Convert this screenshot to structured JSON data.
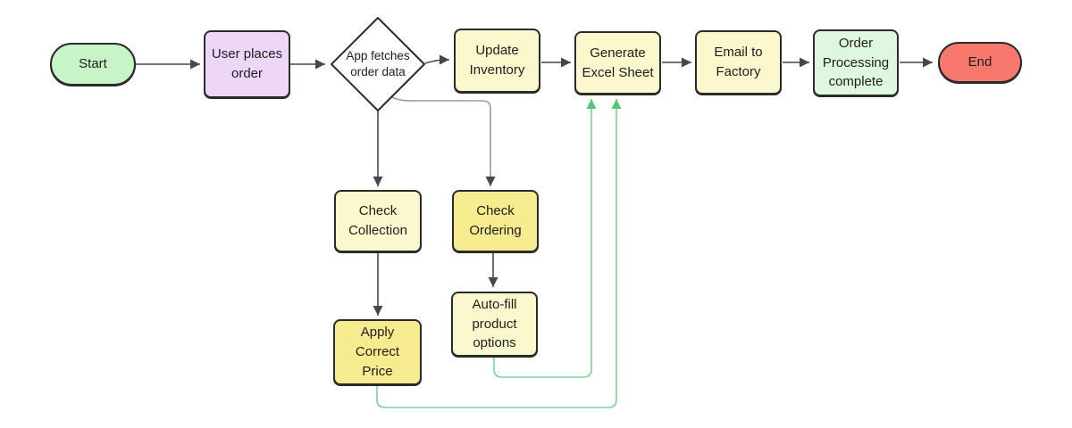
{
  "diagram": {
    "type": "flowchart",
    "direction": "left-to-right",
    "colors": {
      "start_fill": "#C8F4C8",
      "end_fill": "#F8786E",
      "process_pale_yellow": "#FBF8CD",
      "process_saturated_yellow": "#F7EB8F",
      "user_action_lavender": "#EDD6F8",
      "complete_pale_green": "#DFF6DF",
      "decision_fill": "#FFFFFF",
      "node_border": "#2b2b2b",
      "edge_dark": "#474747",
      "edge_light_gray": "#9a9a9a",
      "edge_green": "#7CD598"
    },
    "nodes": {
      "start": {
        "label": "Start",
        "shape": "stadium"
      },
      "user_order": {
        "label": "User places order",
        "shape": "rounded-rect"
      },
      "fetch": {
        "label": "App fetches order data",
        "shape": "diamond"
      },
      "update_inventory": {
        "label": "Update Inventory",
        "shape": "rounded-rect"
      },
      "generate_excel": {
        "label": "Generate Excel Sheet",
        "shape": "rounded-rect"
      },
      "email_factory": {
        "label": "Email to Factory",
        "shape": "rounded-rect"
      },
      "order_complete": {
        "label": "Order Processing complete",
        "shape": "rounded-rect"
      },
      "end": {
        "label": "End",
        "shape": "stadium"
      },
      "check_collection": {
        "label": "Check Collection",
        "shape": "rounded-rect"
      },
      "check_ordering": {
        "label": "Check Ordering",
        "shape": "rounded-rect"
      },
      "autofill_options": {
        "label": "Auto-fill product options",
        "shape": "rounded-rect"
      },
      "apply_price": {
        "label": "Apply Correct Price",
        "shape": "rounded-rect"
      }
    },
    "edges": [
      {
        "from": "start",
        "to": "user_order",
        "color": "dark"
      },
      {
        "from": "user_order",
        "to": "fetch",
        "color": "dark"
      },
      {
        "from": "fetch",
        "to": "update_inventory",
        "color": "dark"
      },
      {
        "from": "update_inventory",
        "to": "generate_excel",
        "color": "dark"
      },
      {
        "from": "generate_excel",
        "to": "email_factory",
        "color": "dark"
      },
      {
        "from": "email_factory",
        "to": "order_complete",
        "color": "dark"
      },
      {
        "from": "order_complete",
        "to": "end",
        "color": "dark"
      },
      {
        "from": "fetch",
        "to": "check_collection",
        "color": "dark"
      },
      {
        "from": "fetch",
        "to": "check_ordering",
        "color": "light-gray"
      },
      {
        "from": "check_collection",
        "to": "apply_price",
        "color": "dark"
      },
      {
        "from": "check_ordering",
        "to": "autofill_options",
        "color": "dark"
      },
      {
        "from": "autofill_options",
        "to": "generate_excel",
        "color": "green"
      },
      {
        "from": "apply_price",
        "to": "generate_excel",
        "color": "green"
      }
    ]
  }
}
